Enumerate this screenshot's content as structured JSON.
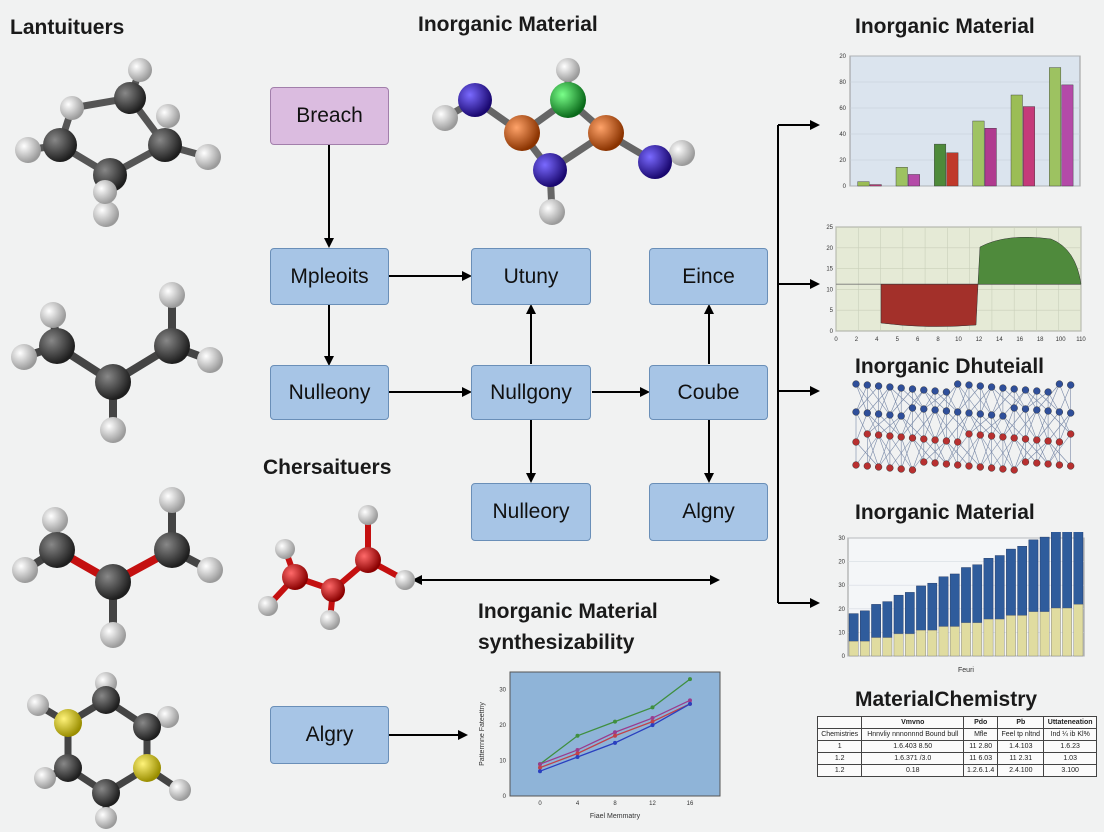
{
  "headings": {
    "left_top": "Lantuituers",
    "center_top": "Inorganic Material",
    "right_chart1": "Inorganic Material",
    "right_network": "Inorganic Dhuteiall",
    "right_chart3": "Inorganic Material",
    "table_title": "MaterialChemistry",
    "middle_section": "Chersaituers",
    "synth_line1": "Inorganic Material",
    "synth_line2": "synthesizability"
  },
  "boxes": {
    "breach": "Breach",
    "mpleoits": "Mpleoits",
    "utuny": "Utuny",
    "eince": "Eince",
    "nulleony": "Nulleony",
    "nullgony": "Nullgony",
    "coube": "Coube",
    "nulleory": "Nulleory",
    "algny": "Algny",
    "algry": "Algry"
  },
  "chart_data": [
    {
      "type": "bar",
      "categories": [
        "",
        "",
        "",
        "",
        "",
        "",
        "",
        ""
      ],
      "series": [
        {
          "values": [
            3,
            13,
            29,
            45,
            63,
            82
          ]
        },
        {
          "values": [
            1,
            8,
            23,
            40,
            55,
            70
          ]
        }
      ],
      "ylim": [
        0,
        20
      ],
      "yticks": [
        "0",
        "20",
        "40",
        "60",
        "80",
        "20"
      ],
      "colors": [
        "#9bbd55",
        "#c53a7a",
        "#9dc261",
        "#b44aa8",
        "#4e8a3a",
        "#c0392b",
        "#9fc363",
        "#b03a8f"
      ]
    },
    {
      "type": "area",
      "x": [
        0,
        2,
        4,
        5,
        6,
        8,
        10,
        12,
        14,
        16,
        18
      ],
      "yticks": [
        "0",
        "5",
        "10",
        "15",
        "20",
        "25"
      ],
      "xticks": [
        "0",
        "2",
        "4",
        "5",
        "6",
        "8",
        "10",
        "12",
        "14",
        "16",
        "18",
        "100",
        "110"
      ],
      "colors": [
        "#a3302a",
        "#4f8a3c"
      ]
    },
    {
      "type": "bar",
      "yticks": [
        "0",
        "10",
        "20",
        "30",
        "20",
        "30"
      ],
      "xlabel": "Feuri",
      "series": [
        {
          "name": "",
          "values": [
            4,
            4,
            5,
            5,
            6,
            6,
            7,
            7,
            8,
            8,
            9,
            9,
            10,
            10,
            11,
            11,
            12,
            12,
            13,
            13,
            14
          ]
        },
        {
          "name": "",
          "values": [
            10,
            11,
            12,
            13,
            14,
            15,
            16,
            17,
            18,
            19,
            20,
            21,
            22,
            23,
            24,
            25,
            26,
            27,
            28,
            29,
            30
          ]
        }
      ],
      "colors": [
        "#e0dca0",
        "#2f5c9c"
      ]
    },
    {
      "type": "line",
      "x": [
        0,
        4,
        8,
        12,
        16
      ],
      "series": [
        {
          "name": "",
          "values": [
            9,
            17,
            21,
            25,
            33
          ]
        },
        {
          "name": "",
          "values": [
            9,
            13,
            18,
            22,
            27
          ]
        },
        {
          "name": "",
          "values": [
            8,
            12,
            17,
            21,
            26
          ]
        },
        {
          "name": "",
          "values": [
            7,
            11,
            15,
            20,
            26
          ]
        }
      ],
      "ylim": [
        0,
        35
      ],
      "yticks": [
        "0",
        "10",
        "20",
        "30"
      ],
      "xticks": [
        "0",
        "4",
        "8",
        "12",
        "16"
      ],
      "colors": [
        "#3f8f3f",
        "#9a3c8e",
        "#c0424a",
        "#2a3fbf"
      ],
      "xlabel": "Fiael Memmatry",
      "ylabel": "Patterrnne Fateettny"
    }
  ],
  "table": {
    "headers": [
      "",
      "Vmvno",
      "Pdo",
      "Pb",
      "Uttateneation"
    ],
    "subheader": [
      "Chemistries",
      "Hnnvliy nnnonnnd Bound bull",
      "Mfle",
      "Feel tp nltnd",
      "Ind ¼ ib Kl%"
    ],
    "rows": [
      [
        "1",
        "1.6.403 8.50",
        "11 2.80",
        "1.4.103",
        "1.6.23"
      ],
      [
        "1.2",
        "1.6.371 /3.0",
        "11 6.03",
        "11 2.31",
        "1.03"
      ],
      [
        "1.2",
        "0.18",
        "1.2.6.1.4",
        "2.4.100",
        "3.100"
      ]
    ]
  },
  "colors": {
    "box_fill": "#a7c5e6",
    "box_border": "#6a8fb8",
    "breach_fill": "#dbbce0",
    "carbon": "#3a3a3a",
    "oxygen": "#cc1111",
    "sulfur": "#d9cf1a",
    "nitrogen": "#3a1aa8",
    "orange": "#d9661a",
    "green": "#1fa53a"
  }
}
